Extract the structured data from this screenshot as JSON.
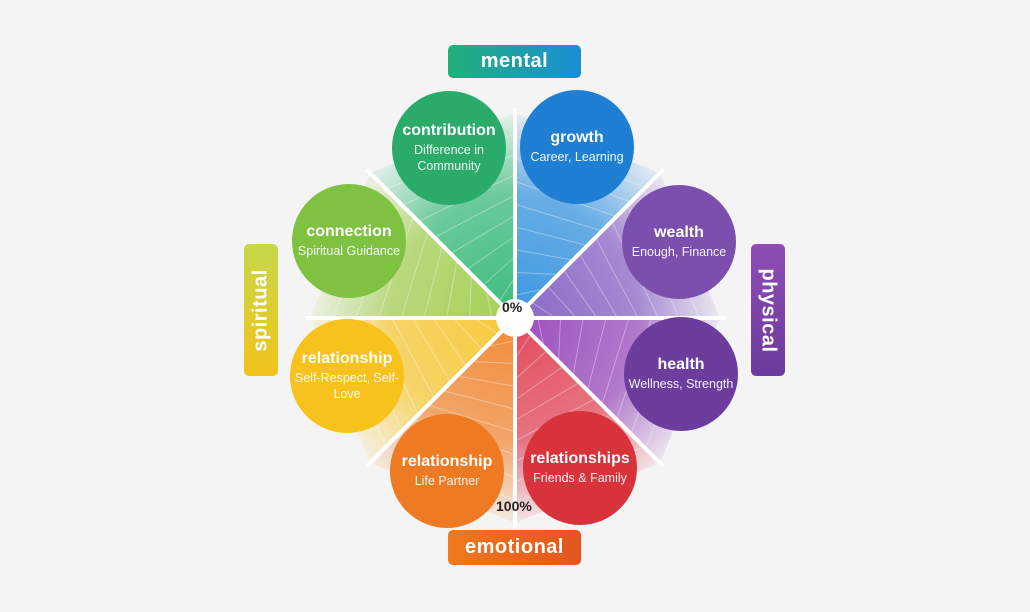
{
  "labels": {
    "mental": "mental",
    "physical": "physical",
    "emotional": "emotional",
    "spiritual": "spiritual",
    "center": "0%",
    "outer": "100%"
  },
  "segments": [
    {
      "title": "growth",
      "subtitle": "Career, Learning",
      "color": "#1f7fd3",
      "sector": "#3a96e0"
    },
    {
      "title": "wealth",
      "subtitle": "Enough, Finance",
      "color": "#7b4fae",
      "sector": "#8a67c6"
    },
    {
      "title": "health",
      "subtitle": "Wellness, Strength",
      "color": "#6d3d9e",
      "sector": "#9b4fbd"
    },
    {
      "title": "relationships",
      "subtitle": "Friends & Family",
      "color": "#d8323a",
      "sector": "#e24a5c"
    },
    {
      "title": "relationship",
      "subtitle": "Life Partner",
      "color": "#ee7a24",
      "sector": "#f28b3a"
    },
    {
      "title": "relationship",
      "subtitle": "Self-Respect, Self-Love",
      "color": "#f6c21b",
      "sector": "#f7c93a"
    },
    {
      "title": "connection",
      "subtitle": "Spiritual Guidance",
      "color": "#7fc241",
      "sector": "#a5cf55"
    },
    {
      "title": "contribution",
      "subtitle": "Difference in Community",
      "color": "#2aab6a",
      "sector": "#3cbc7c"
    }
  ]
}
